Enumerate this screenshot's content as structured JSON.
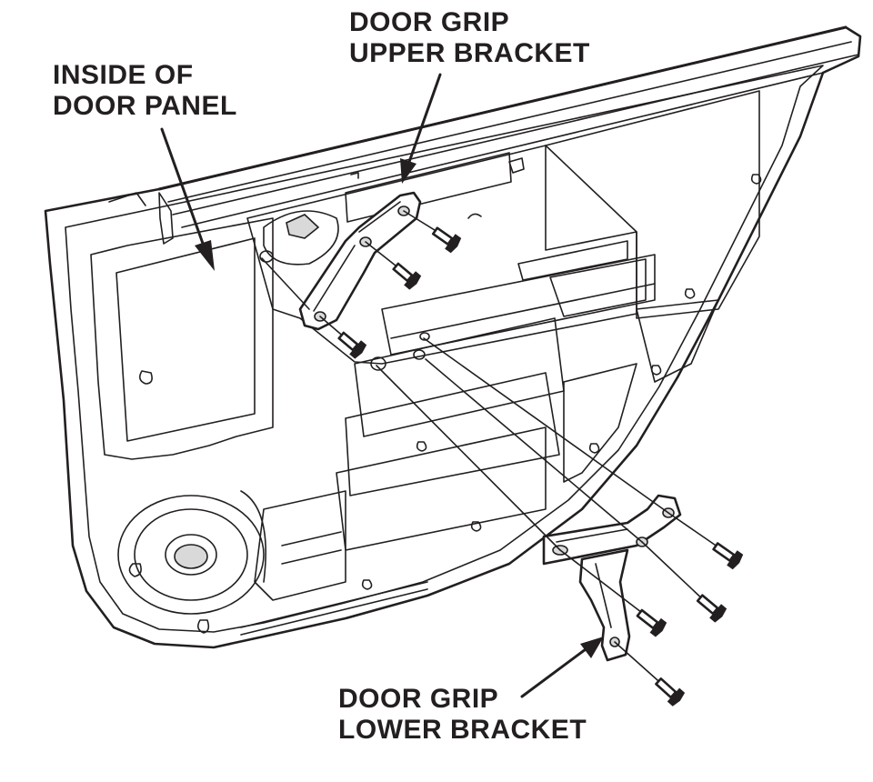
{
  "labels": {
    "inside_panel": [
      "INSIDE OF",
      "DOOR PANEL"
    ],
    "upper_bracket": [
      "DOOR GRIP",
      "UPPER BRACKET"
    ],
    "lower_bracket": [
      "DOOR GRIP",
      "LOWER BRACKET"
    ]
  },
  "colors": {
    "line": "#231f20",
    "background": "#ffffff",
    "shade": "#d9d9d9"
  }
}
